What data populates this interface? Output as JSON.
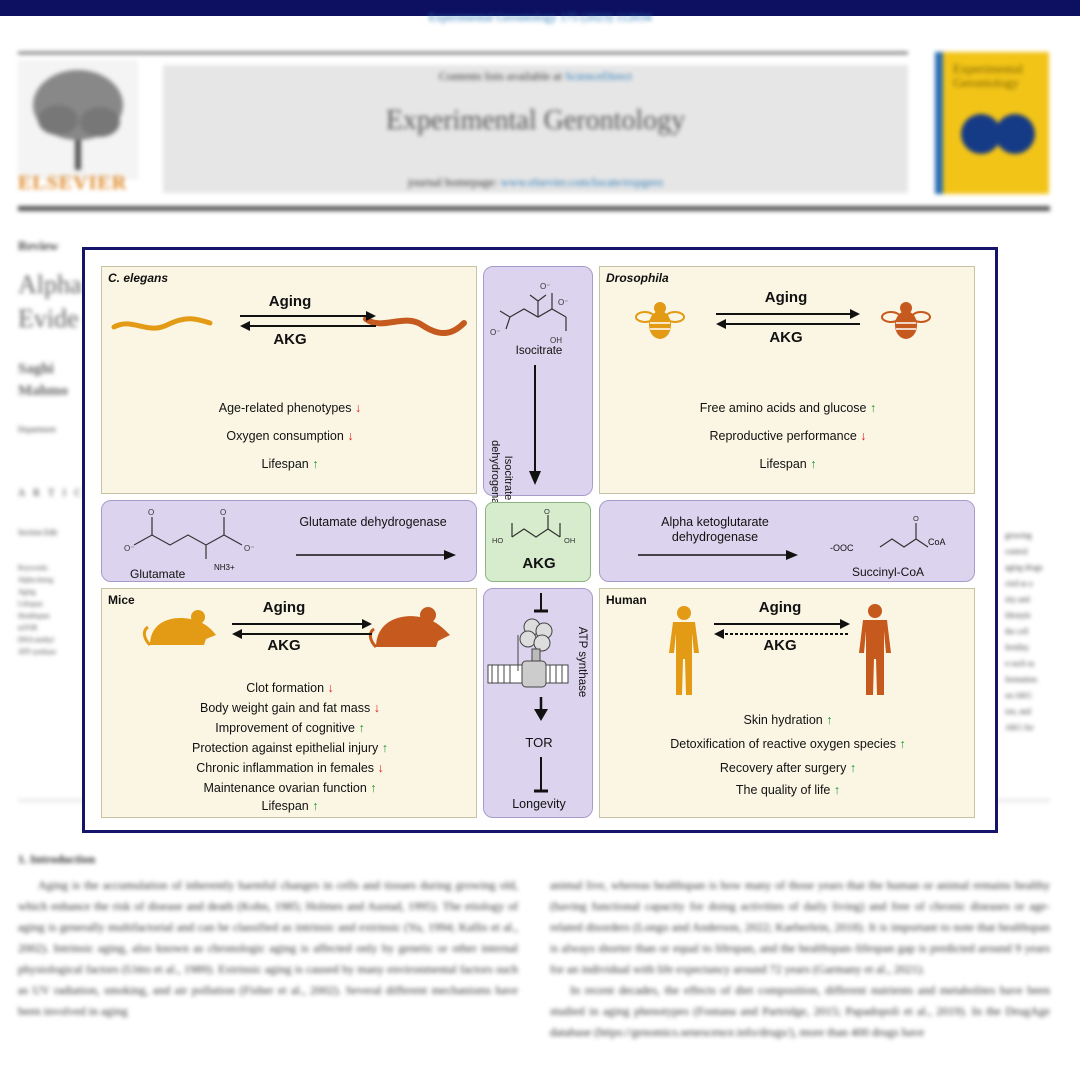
{
  "journal": {
    "citation": "Experimental Gerontology 175 (2023) 112034",
    "contents_prefix": "Contents lists available at",
    "contents_link": "ScienceDirect",
    "title": "Experimental Gerontology",
    "homepage_prefix": "journal homepage:",
    "homepage_link": "www.elsevier.com/locate/expgero",
    "publisher": "ELSEVIER",
    "cover_title": "Experimental Gerontology"
  },
  "article": {
    "type": "Review",
    "title_line1": "Alpha",
    "title_line2": "Evide",
    "author_line1": "Saghi",
    "author_line2": "Mahmo",
    "dept": "Department",
    "article_info_heading": "A R T I C",
    "section_label": "Section Edit",
    "keywords": [
      "Keywords:",
      "Alpha-ketog",
      "Aging",
      "Lifespan",
      "Healthspan",
      "mTOR",
      "DNA methyl",
      "ATP synthase"
    ],
    "abstract_right": [
      "growing",
      "control",
      "aging drugs",
      "cted as a",
      "rity and",
      "lifestyle",
      "the cell",
      "fertility",
      "n such as",
      "formation.",
      "on AKG",
      "ion, and",
      "AKG for"
    ]
  },
  "intro": {
    "heading": "1.  Introduction",
    "left_p": "Aging is the accumulation of inherently harmful changes in cells and tissues during growing old, which enhance the risk of disease and death (Kohn, 1985; Holmes and Austad, 1995). The etiology of aging is generally multifactorial and can be classified as intrinsic and extrinsic (Yu, 1994; Kallis et al., 2002). Intrinsic aging, also known as chronologic aging is affected only by genetic or other internal physiological factors (Uitto et al., 1989). Extrinsic aging is caused by many environmental factors such as UV radiation, smoking, and air pollution (Fisher et al., 2002). Several different mechanisms have been involved in aging",
    "right_p1": "animal live, whereas healthspan is how many of those years that the human or animal remains healthy (having functional capacity for doing activities of daily living) and free of chronic diseases or age-related disorders (Longo and Anderson, 2022; Kaeberlein, 2018). It is important to note that healthspan is always shorter than or equal to lifespan, and the healthspan–lifespan gap is predicted around 9 years for an individual with life expectancy around 72 years (Garmany et al., 2021).",
    "right_p2": "In recent decades, the effects of diet composition, different nutrients and metabolites have been studied in aging phenotypes (Fontana and Partridge, 2015; Papadopoli et al., 2019). In the DrugAge database (https://genomics.senescence.info/drugs/), more than 400 drugs have"
  },
  "figure": {
    "center": {
      "isocitrate": "Isocitrate",
      "enzyme1": "Isocitrate dehydrogenase",
      "akg": "AKG",
      "atp": "ATP synthase",
      "tor": "TOR",
      "longevity": "Longevity"
    },
    "left_mid": {
      "enzyme": "Glutamate dehydrogenase",
      "glutamate": "Glutamate",
      "nh3": "NH3+"
    },
    "right_mid": {
      "enzyme": "Alpha ketoglutarate dehydrogenase",
      "succinyl": "Succinyl-CoA",
      "ooc": "-OOC",
      "scoa": "CoA"
    },
    "panels": {
      "celegans": {
        "label": "C. elegans",
        "aging": "Aging",
        "akg": "AKG",
        "effects": [
          {
            "text": "Age-related phenotypes",
            "dir": "down"
          },
          {
            "text": "Oxygen consumption",
            "dir": "down"
          },
          {
            "text": "Lifespan",
            "dir": "up"
          }
        ]
      },
      "drosophila": {
        "label": "Drosophila",
        "aging": "Aging",
        "akg": "AKG",
        "effects": [
          {
            "text": "Free amino acids and glucose",
            "dir": "up"
          },
          {
            "text": "Reproductive performance",
            "dir": "down"
          },
          {
            "text": "Lifespan",
            "dir": "up"
          }
        ]
      },
      "mice": {
        "label": "Mice",
        "aging": "Aging",
        "akg": "AKG",
        "effects": [
          {
            "text": "Clot formation",
            "dir": "down"
          },
          {
            "text": "Body weight gain and fat mass",
            "dir": "down"
          },
          {
            "text": "Improvement of cognitive",
            "dir": "up"
          },
          {
            "text": "Protection against epithelial injury",
            "dir": "up"
          },
          {
            "text": "Chronic inflammation in females",
            "dir": "down"
          },
          {
            "text": "Maintenance ovarian function",
            "dir": "up"
          },
          {
            "text": "Lifespan",
            "dir": "up"
          }
        ]
      },
      "human": {
        "label": "Human",
        "aging": "Aging",
        "akg": "AKG",
        "effects": [
          {
            "text": "Skin hydration",
            "dir": "up"
          },
          {
            "text": "Detoxification of reactive oxygen species",
            "dir": "up"
          },
          {
            "text": "Recovery after surgery",
            "dir": "up"
          },
          {
            "text": "The quality of life",
            "dir": "up"
          }
        ]
      }
    },
    "colors": {
      "young": "#e39a14",
      "old": "#c65a1e",
      "up": "#1a9a2e",
      "down": "#e41919",
      "frame": "#14156a"
    }
  }
}
